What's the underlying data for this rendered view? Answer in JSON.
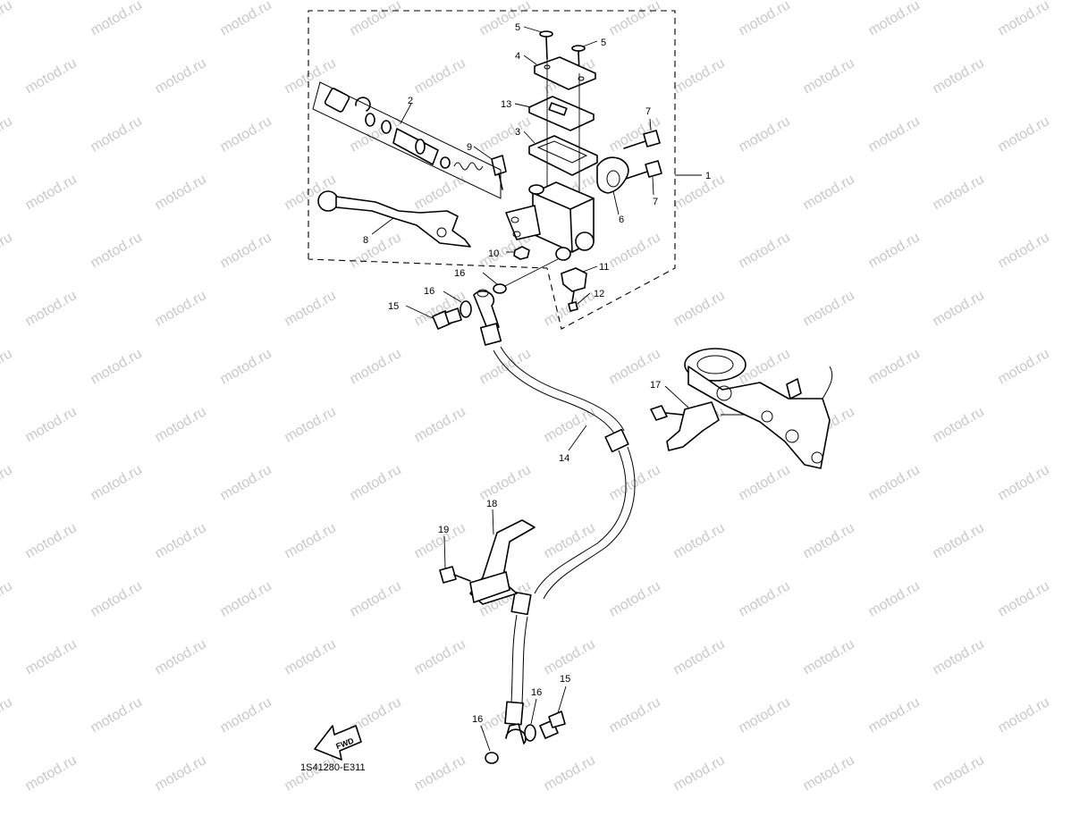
{
  "watermark": "motod.ru",
  "drawing_code": "1S41280-E311",
  "fwd_label": "FWD",
  "callouts": {
    "c1": "1",
    "c2": "2",
    "c3": "3",
    "c4": "4",
    "c5a": "5",
    "c5b": "5",
    "c6": "6",
    "c7a": "7",
    "c7b": "7",
    "c8": "8",
    "c9": "9",
    "c10": "10",
    "c11": "11",
    "c12": "12",
    "c13": "13",
    "c14": "14",
    "c15a": "15",
    "c15b": "15",
    "c16a": "16",
    "c16b": "16",
    "c16c": "16",
    "c16d": "16",
    "c17": "17",
    "c18": "18",
    "c19": "19"
  },
  "colors": {
    "line": "#000000",
    "watermark": "#c9c9c9",
    "background": "#ffffff"
  }
}
